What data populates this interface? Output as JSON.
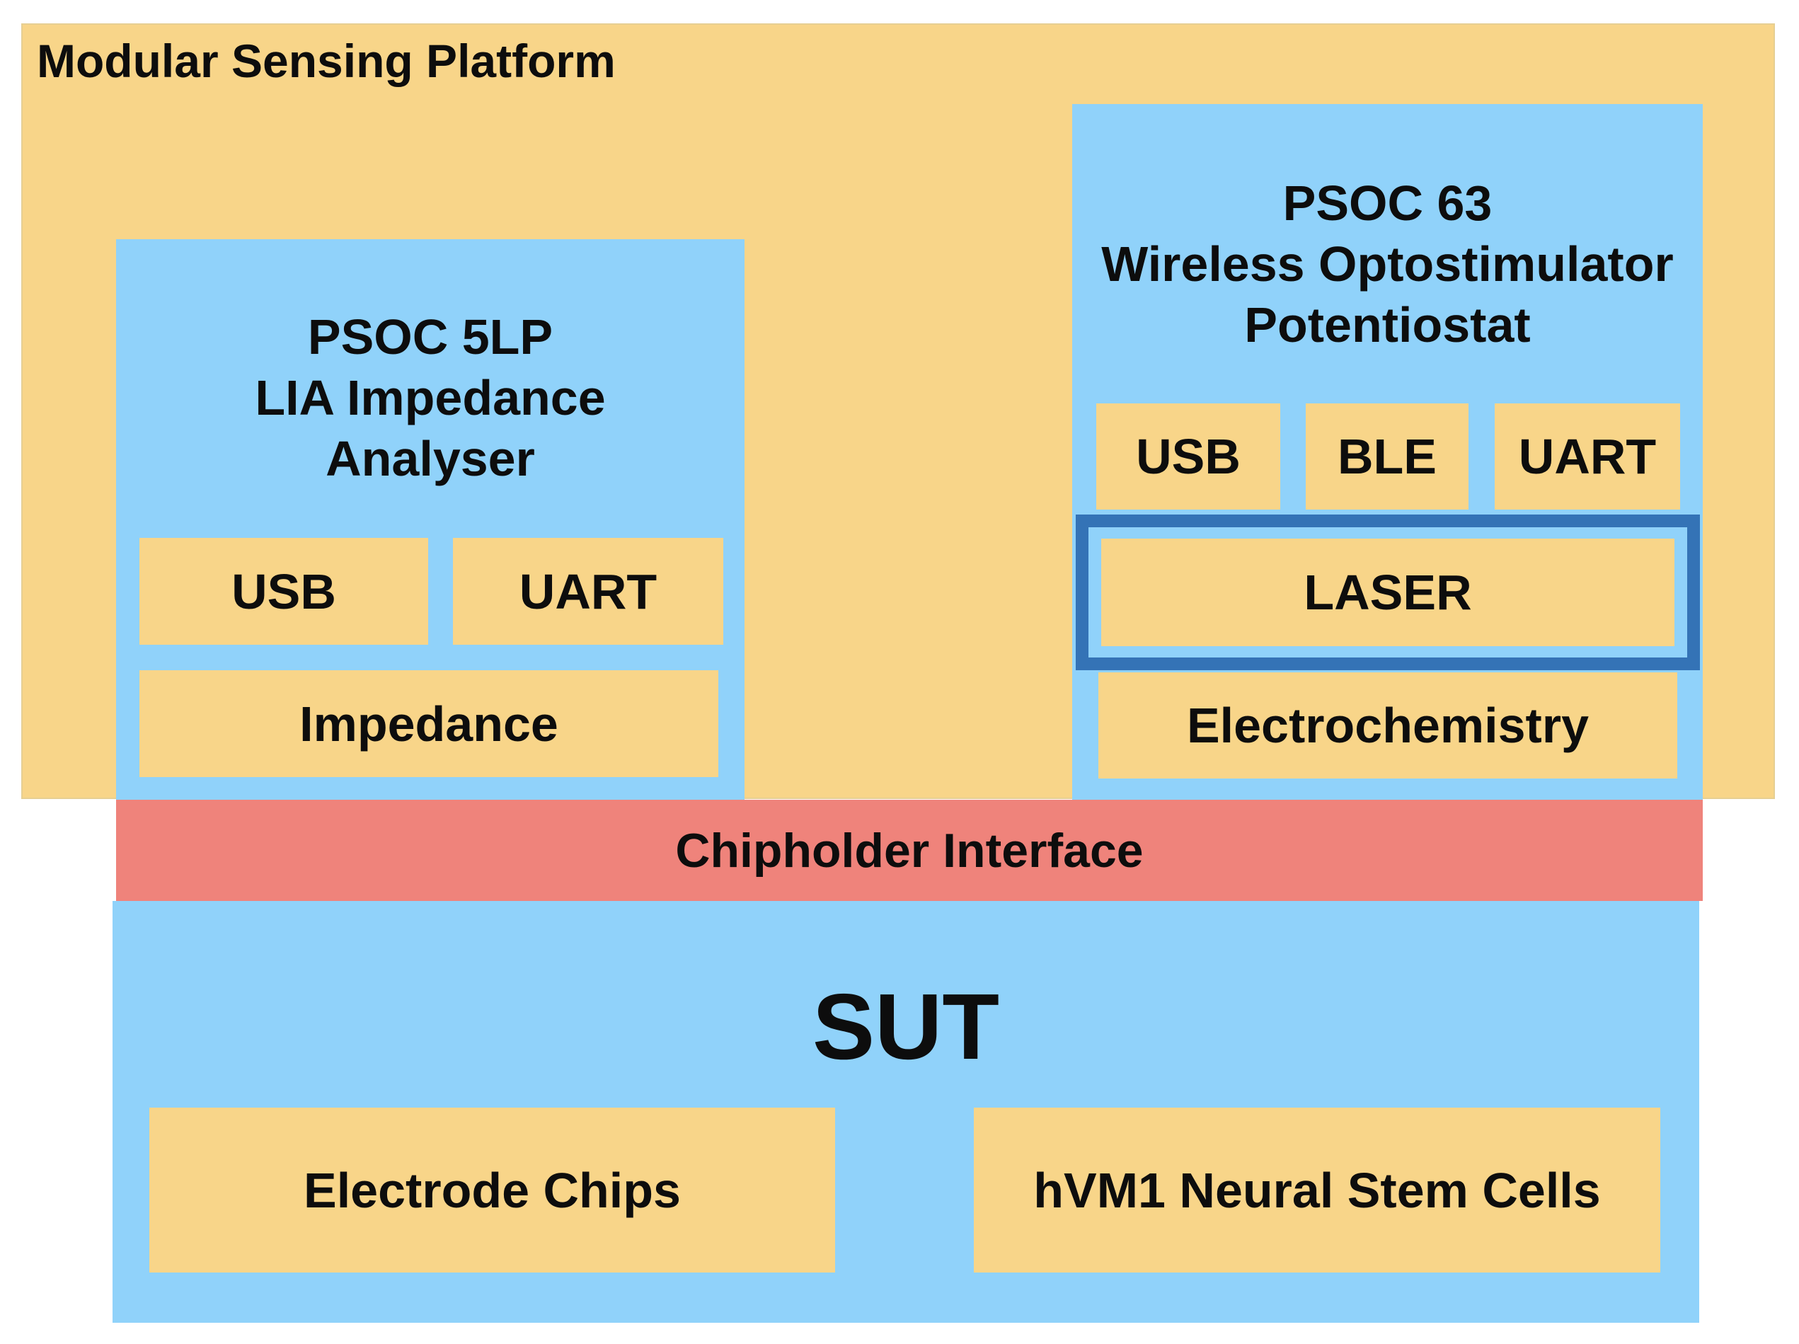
{
  "colors": {
    "platform": "#f8d589",
    "board": "#90d2fa",
    "module": "#f8d589",
    "interface": "#ef837b",
    "laser_border": "#3473b6",
    "text": "#0d0d0d"
  },
  "platform": {
    "title": "Modular Sensing Platform"
  },
  "board_left": {
    "title_lines": [
      "PSOC 5LP",
      "LIA Impedance",
      "Analyser"
    ],
    "modules": {
      "usb": "USB",
      "uart": "UART",
      "impedance": "Impedance"
    }
  },
  "board_right": {
    "title_lines": [
      "PSOC 63",
      "Wireless Optostimulator",
      "Potentiostat"
    ],
    "modules": {
      "usb": "USB",
      "ble": "BLE",
      "uart": "UART",
      "laser": "LASER",
      "electrochemistry": "Electrochemistry"
    }
  },
  "interface": {
    "label": "Chipholder Interface"
  },
  "sut": {
    "title": "SUT",
    "items": [
      "Electrode Chips",
      "hVM1 Neural Stem Cells"
    ]
  }
}
